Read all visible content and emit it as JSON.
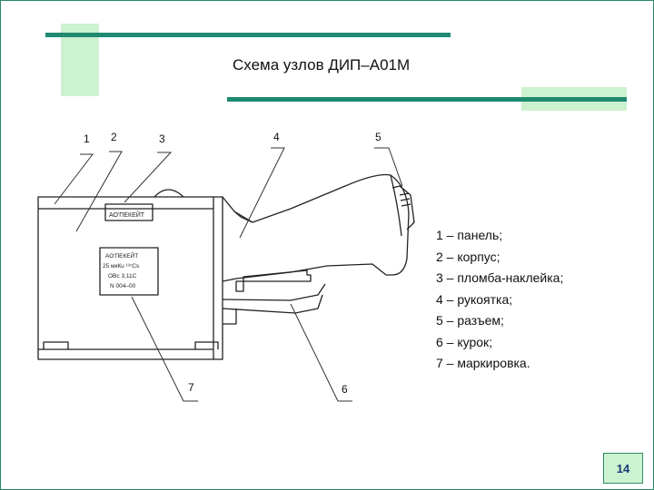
{
  "slide": {
    "title": "Схема узлов ДИП–А01М",
    "page_number": "14"
  },
  "callouts": [
    "1",
    "2",
    "3",
    "4",
    "5",
    "6",
    "7"
  ],
  "legend": [
    "1 – панель;",
    "2 – корпус;",
    "3 – пломба-наклейка;",
    "4 – рукоятка;",
    "5 – разъем;",
    "6 – курок;",
    "7 – маркировка."
  ],
  "device_labels": {
    "seal_text": "АО'ПЕКЕЙТ",
    "marking": [
      "АО'ПЕКЕЙТ",
      "25 мкКu ¹³⁷Cs",
      "ОВс 3,11С",
      "N 004–00"
    ]
  },
  "colors": {
    "accent_green_light": "#ccf2d0",
    "accent_teal": "#1f8a70",
    "frame": "#2a8a6a"
  }
}
